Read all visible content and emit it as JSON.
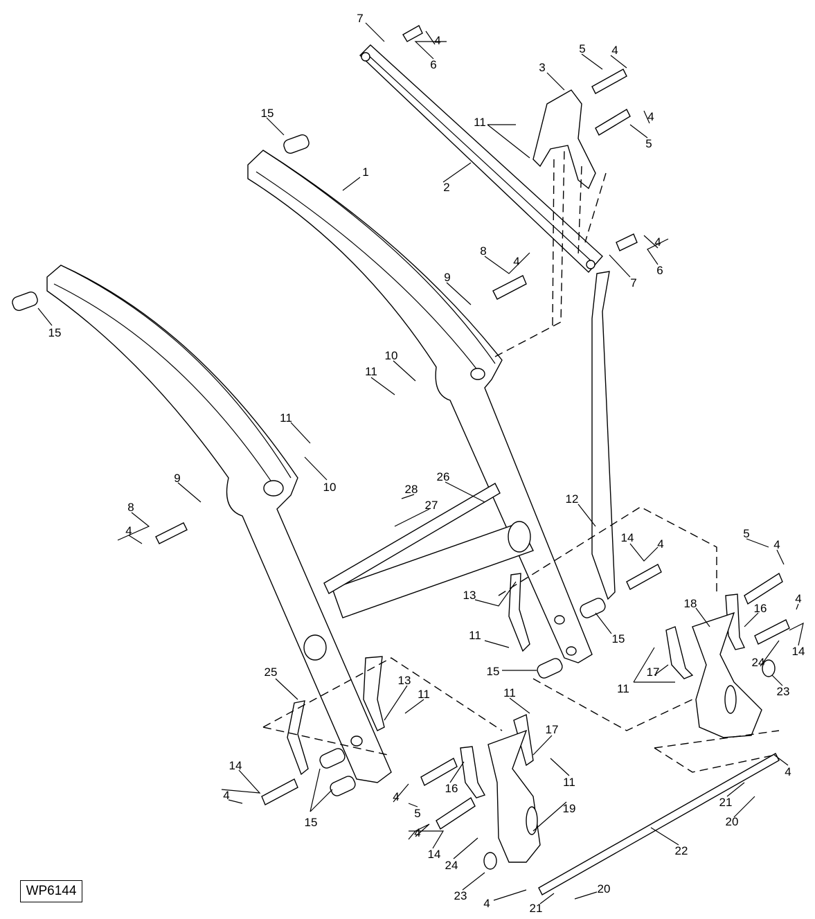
{
  "figure_id": "WP6144",
  "callouts": [
    "1",
    "2",
    "3",
    "4",
    "5",
    "4",
    "6",
    "7",
    "11",
    "4",
    "5",
    "15",
    "15",
    "8",
    "4",
    "9",
    "4",
    "6",
    "7",
    "10",
    "11",
    "11",
    "10",
    "9",
    "8",
    "4",
    "28",
    "26",
    "27",
    "12",
    "14",
    "4",
    "5",
    "4",
    "13",
    "11",
    "15",
    "15",
    "18",
    "16",
    "4",
    "14",
    "17",
    "24",
    "11",
    "23",
    "25",
    "13",
    "11",
    "11",
    "17",
    "4",
    "14",
    "4",
    "16",
    "11",
    "5",
    "4",
    "4",
    "14",
    "15",
    "19",
    "21",
    "20",
    "22",
    "24",
    "23",
    "4",
    "21",
    "20"
  ]
}
